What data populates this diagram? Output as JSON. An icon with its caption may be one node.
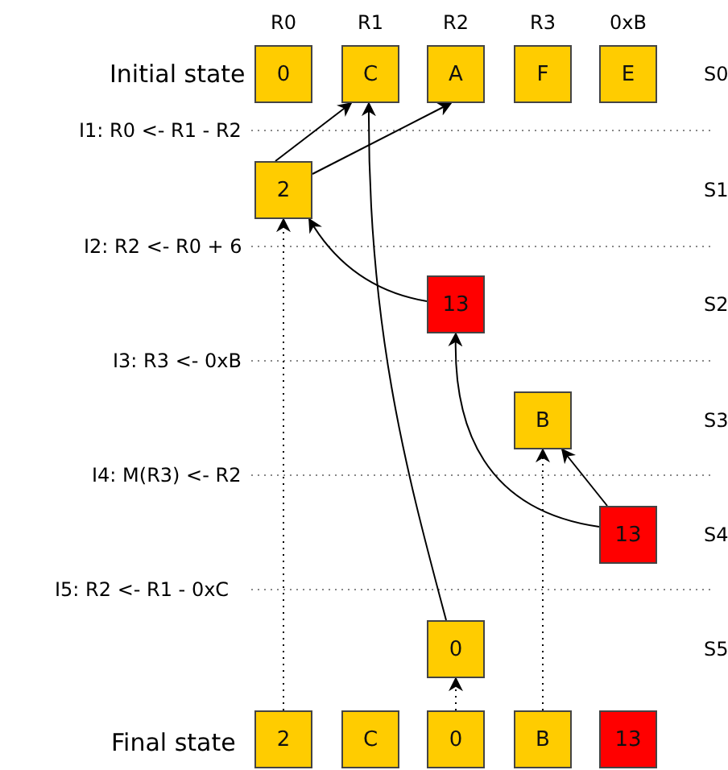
{
  "diagram": {
    "nodes": [
      {
        "text": [
          "0"
        ]
      },
      {
        "text": [
          "C"
        ]
      },
      {
        "text": [
          "A"
        ]
      },
      {
        "text": [
          "F"
        ]
      },
      {
        "text": [
          "E"
        ]
      },
      {
        "text": [
          "2"
        ]
      },
      {
        "text": [
          "13"
        ]
      },
      {
        "text": [
          "B"
        ]
      },
      {
        "text": [
          "13"
        ]
      },
      {
        "text": [
          "0"
        ]
      },
      {
        "text": [
          "2"
        ]
      },
      {
        "text": [
          "C"
        ]
      },
      {
        "text": [
          "0"
        ]
      },
      {
        "text": [
          "B"
        ]
      },
      {
        "text": [
          "13"
        ]
      }
    ],
    "edges": [
      {
        "from": 5,
        "to": 1,
        "arrow": "to"
      },
      {
        "from": 5,
        "to": 2,
        "arrow": "to"
      },
      {
        "from": 6,
        "to": 5,
        "arrow": "to"
      },
      {
        "from": 9,
        "to": 1,
        "arrow": "to"
      },
      {
        "from": 8,
        "to": 6,
        "arrow": "to"
      },
      {
        "from": 8,
        "to": 7,
        "arrow": "to"
      },
      {
        "from": 10,
        "to": 5,
        "arrow": "to",
        "style": "dashed"
      },
      {
        "from": 13,
        "to": 7,
        "arrow": "to",
        "style": "dashed"
      },
      {
        "from": 12,
        "to": 9,
        "arrow": "to",
        "style": "dashed"
      }
    ],
    "labels": [
      "R0",
      "R1",
      "R2",
      "R3",
      "0xB",
      "Initial state",
      "S0",
      "I1: R0 <- R1 - R2",
      "S1",
      "I2: R2 <- R0 + 6",
      "S2",
      "I3: R3 <- 0xB",
      "S3",
      "I4: M(R3) <- R2",
      "S4",
      "I5: R2 <- R1 - 0xC",
      "S5",
      "Final state"
    ]
  }
}
